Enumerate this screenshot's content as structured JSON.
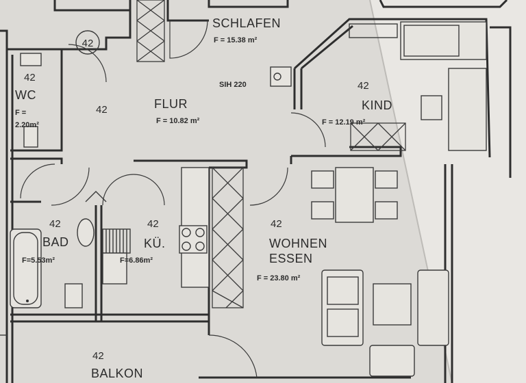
{
  "colors": {
    "paper": "#d9d7d3",
    "paper_light": "#e8e6e2",
    "ink": "#2b2b2b",
    "fold_shadow": "#c8c6c2"
  },
  "rooms": {
    "schlafen": {
      "name": "SCHLAFEN",
      "area": "F = 15.38 m²"
    },
    "flur": {
      "name": "FLUR",
      "area": "F = 10.82 m²",
      "number": "42"
    },
    "kind": {
      "name": "KIND",
      "area": "F = 12.19 m²",
      "number": "42"
    },
    "wc": {
      "name": "WC",
      "area_line1": "F =",
      "area_line2": "2.20m²",
      "number": "42"
    },
    "bad": {
      "name": "BAD",
      "area": "F=5.53m²",
      "number": "42"
    },
    "kueche": {
      "name": "KÜ.",
      "area": "F=6.86m²",
      "number": "42"
    },
    "wohnen": {
      "name_line1": "WOHNEN",
      "name_line2": "ESSEN",
      "area": "F = 23.80 m²",
      "number": "42"
    },
    "balkon": {
      "name": "BALKON",
      "number": "42"
    }
  },
  "labels": {
    "entrance_number": "42",
    "sih": "SIH 220"
  }
}
